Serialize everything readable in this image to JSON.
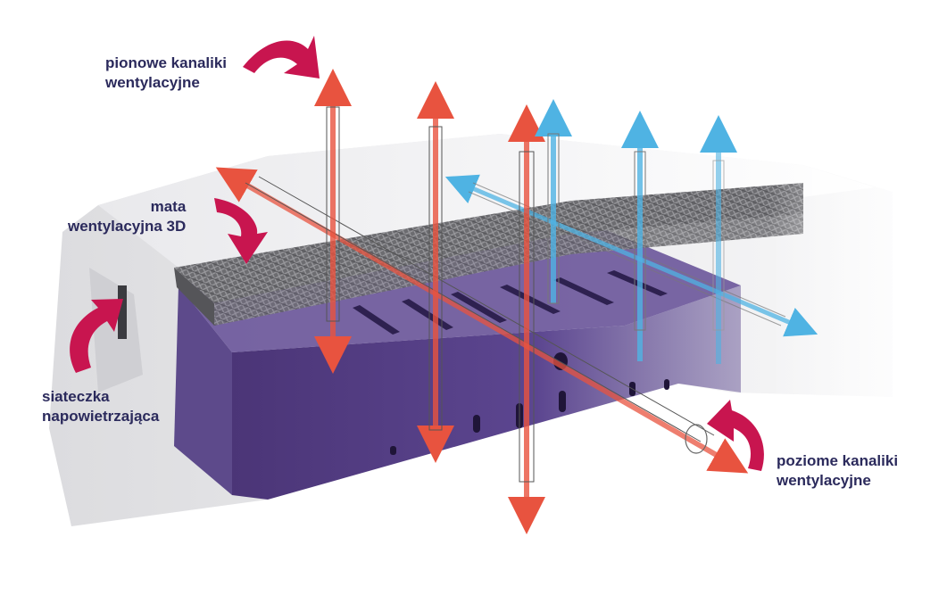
{
  "labels": {
    "vertical_channels": {
      "line1": "pionowe kanaliki",
      "line2": "wentylacyjne"
    },
    "mat_3d": {
      "line1": "mata",
      "line2": "wentylacyjna 3D"
    },
    "air_mesh": {
      "line1": "siateczka",
      "line2": "napowietrzająca"
    },
    "horizontal_channels": {
      "line1": "poziome kanaliki",
      "line2": "wentylacyjne"
    }
  },
  "colors": {
    "label_text": "#2b2a5c",
    "callout_arrow": "#c8154f",
    "foam": "#5a4387",
    "foam_dark": "#3f2c66",
    "mesh_layer": "#6f6f73",
    "cover": "#e6e6e8",
    "warm_flow": "#e8533f",
    "cool_flow": "#4fb3e3"
  },
  "icons": {
    "callout": "curved-arrow-icon",
    "flow": "arrow-icon"
  }
}
